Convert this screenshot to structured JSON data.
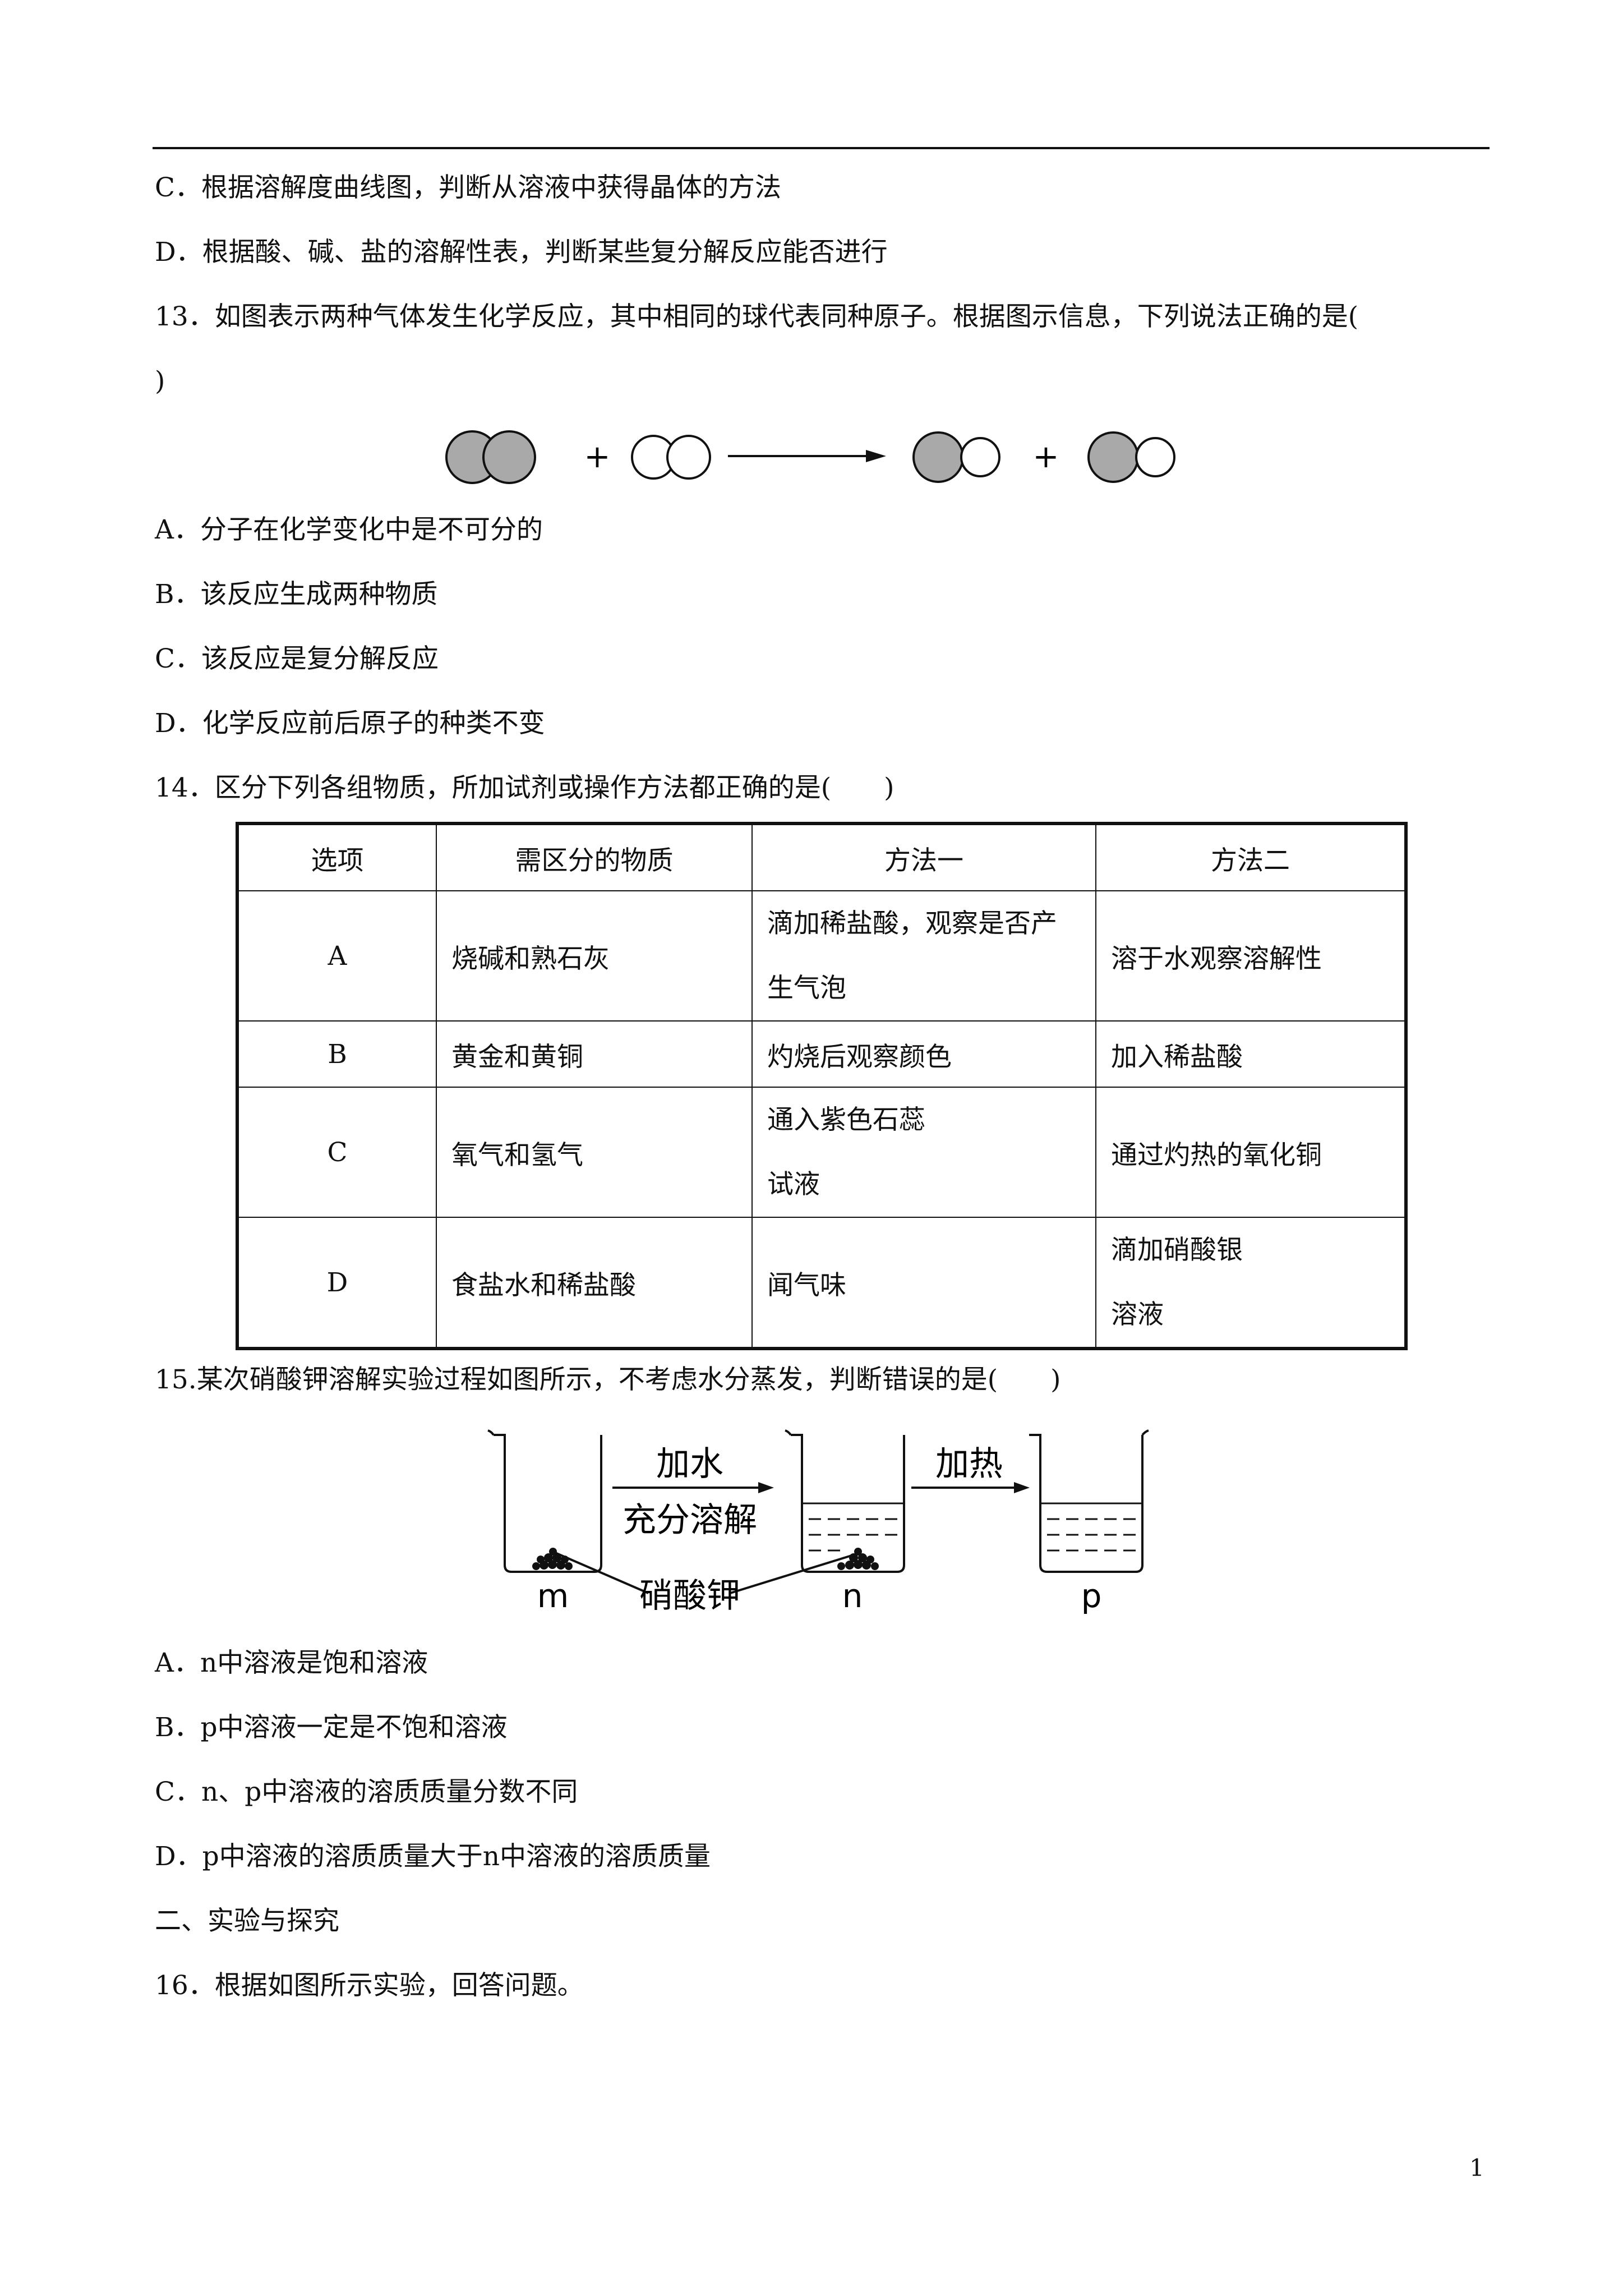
{
  "lines": {
    "c12": "C．根据溶解度曲线图，判断从溶液中获得晶体的方法",
    "d12": "D．根据酸、碱、盐的溶解性表，判断某些复分解反应能否进行",
    "q13_a": "13．如图表示两种气体发生化学反应，其中相同的球代表同种原子。根据图示信息，下列说法正确的是(",
    "q13_b": ")",
    "q13_opts": [
      "A．分子在化学变化中是不可分的",
      "B．该反应生成两种物质",
      "C．该反应是复分解反应",
      "D．化学反应前后原子的种类不变"
    ],
    "q14": "14．区分下列各组物质，所加试剂或操作方法都正确的是(　　)",
    "q15": "15.某次硝酸钾溶解实验过程如图所示，不考虑水分蒸发，判断错误的是(　　)",
    "q15_opts": [
      "A．n中溶液是饱和溶液",
      "B．p中溶液一定是不饱和溶液",
      "C．n、p中溶液的溶质质量分数不同",
      "D．p中溶液的溶质质量大于n中溶液的溶质质量"
    ],
    "section2": "二、实验与探究",
    "q16": "16．根据如图所示实验，回答问题。"
  },
  "reaction": {
    "plus": "+"
  },
  "table": {
    "headers": [
      "选项",
      "需区分的物质",
      "方法一",
      "方法二"
    ],
    "rows": [
      {
        "opt": "A",
        "substances": "烧碱和熟石灰",
        "m1": [
          "滴加稀盐酸，观察是否产",
          "生气泡"
        ],
        "m2": [
          "溶于水观察溶解性"
        ]
      },
      {
        "opt": "B",
        "substances": "黄金和黄铜",
        "m1": [
          "灼烧后观察颜色"
        ],
        "m2": [
          "加入稀盐酸"
        ]
      },
      {
        "opt": "C",
        "substances": "氧气和氢气",
        "m1": [
          "通入紫色石蕊",
          "试液"
        ],
        "m2": [
          "通过灼热的氧化铜"
        ]
      },
      {
        "opt": "D",
        "substances": "食盐水和稀盐酸",
        "m1": [
          "闻气味"
        ],
        "m2": [
          "滴加硝酸银",
          "溶液"
        ]
      }
    ]
  },
  "beaker_figure": {
    "step1_top": "加水",
    "step1_bottom": "充分溶解",
    "step2": "加热",
    "solute_label": "硝酸钾",
    "labels": [
      "m",
      "n",
      "p"
    ]
  },
  "page_number": "1"
}
